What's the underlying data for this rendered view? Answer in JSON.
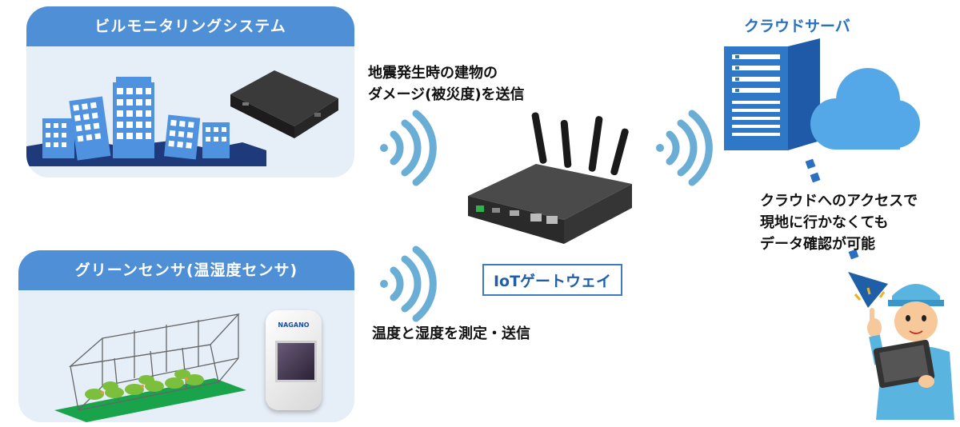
{
  "building_panel": {
    "title": "ビルモニタリングシステム"
  },
  "green_panel": {
    "title": "グリーンセンサ(温湿度センサ)"
  },
  "sensor_logo": "NAGANO",
  "earthquake_text": {
    "line1": "地震発生時の建物の",
    "line2": "ダメージ(被災度)を送信"
  },
  "temp_text": "温度と湿度を測定・送信",
  "gateway_label": "IoTゲートウェイ",
  "cloud_title": "クラウドサーバ",
  "access_text": {
    "line1": "クラウドへのアクセスで",
    "line2": "現地に行かなくても",
    "line3": "データ確認が可能"
  },
  "colors": {
    "panel_header": "#4f8fd6",
    "panel_bg": "#e6eef8",
    "wave": "#6aaed6",
    "server": "#2f78c8",
    "cloud": "#55a8e8",
    "accent_text": "#1f5fa8"
  },
  "icons": [
    "building-icon",
    "controller-box-icon",
    "greenhouse-icon",
    "sensor-device-icon",
    "wifi-wave-icon",
    "gateway-router-icon",
    "server-icon",
    "cloud-icon",
    "worker-icon",
    "tablet-icon"
  ]
}
